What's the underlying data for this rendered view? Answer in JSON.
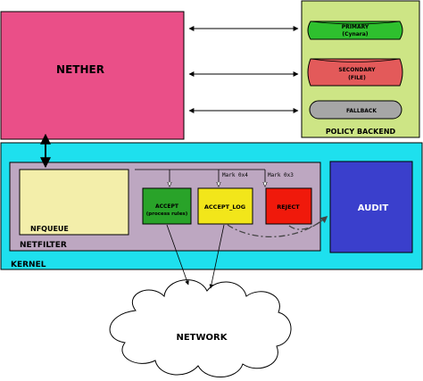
{
  "nether": {
    "label": "NETHER",
    "color": "#ea4f88"
  },
  "policy_backend": {
    "label": "POLICY BACKEND",
    "color": "#cde585",
    "primary": {
      "title": "PRIMARY",
      "subtitle": "(Cynara)",
      "color": "#2ec02e"
    },
    "secondary": {
      "title": "SECONDARY",
      "subtitle": "(FILE)",
      "color": "#e35a5a"
    },
    "fallback": {
      "title": "FALLBACK",
      "color": "#a6a6a6"
    }
  },
  "kernel": {
    "label": "KERNEL",
    "color": "#1ee0ee"
  },
  "netfilter": {
    "label": "NETFILTER",
    "color": "#bda7c1"
  },
  "nfqueue": {
    "label": "NFQUEUE",
    "color": "#f3eeaa"
  },
  "accept": {
    "title": "ACCEPT",
    "subtitle": "(process rules)",
    "color": "#29a329"
  },
  "accept_log": {
    "title": "ACCEPT_LOG",
    "color": "#f2e61a"
  },
  "reject": {
    "title": "REJECT",
    "color": "#f0190b"
  },
  "marks": {
    "mark_4": "Mark 0x4",
    "mark_3": "Mark 0x3"
  },
  "audit": {
    "label": "AUDIT",
    "color": "#3a3fcc"
  },
  "network": {
    "label": "NETWORK"
  }
}
